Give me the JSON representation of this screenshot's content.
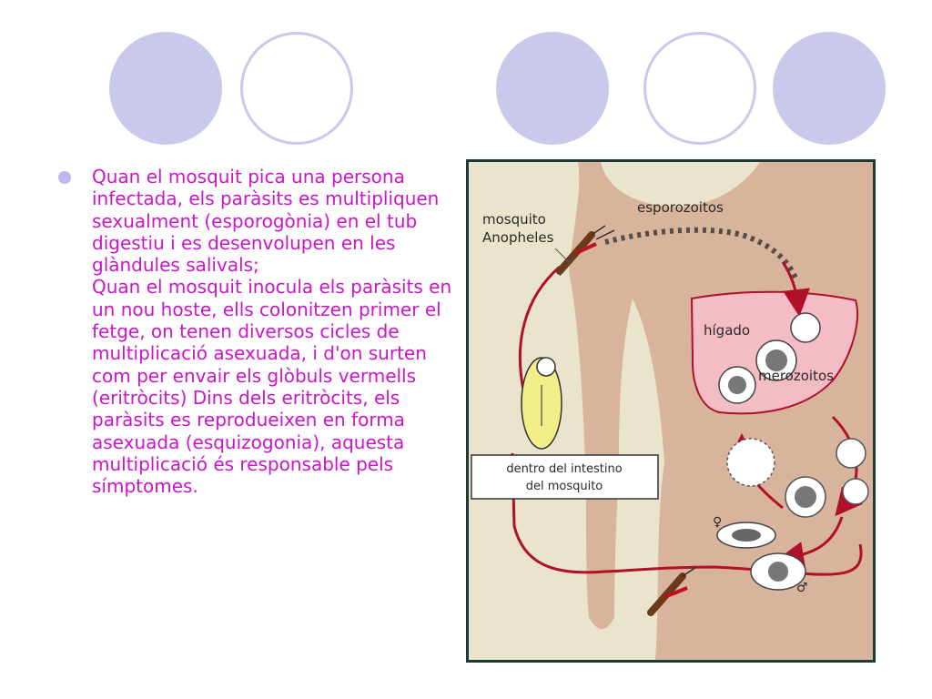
{
  "slide": {
    "paragraphs": [
      "Quan el mosquit pica una persona infectada, els paràsits es multipliquen sexualment (esporogònia) en el tub digestiu i es desenvolupen en les glàndules salivals;",
      "Quan el mosquit inocula els paràsits en un nou hoste, ells colonitzen primer el fetge, on tenen diversos cicles de multiplicació asexuada, i d'on surten com per envair els glòbuls vermells (eritròcits) Dins dels eritròcits, els paràsits es reprodueixen en forma asexuada (esquizogonia), aquesta multiplicació és responsable pels símptomes."
    ],
    "colors": {
      "text": "#cc14cc",
      "bullet": "#b9b9ec",
      "decor": "#c9c9ec"
    }
  },
  "diagram": {
    "mosquito_label_line1": "mosquito",
    "mosquito_label_line2": "Anopheles",
    "sporozoites_label": "esporozoitos",
    "liver_label": "hígado",
    "merozoites_label": "merozoitos",
    "gut_label_line1": "dentro del intestino",
    "gut_label_line2": "del mosquito",
    "female_symbol": "♀",
    "male_symbol": "♂"
  }
}
